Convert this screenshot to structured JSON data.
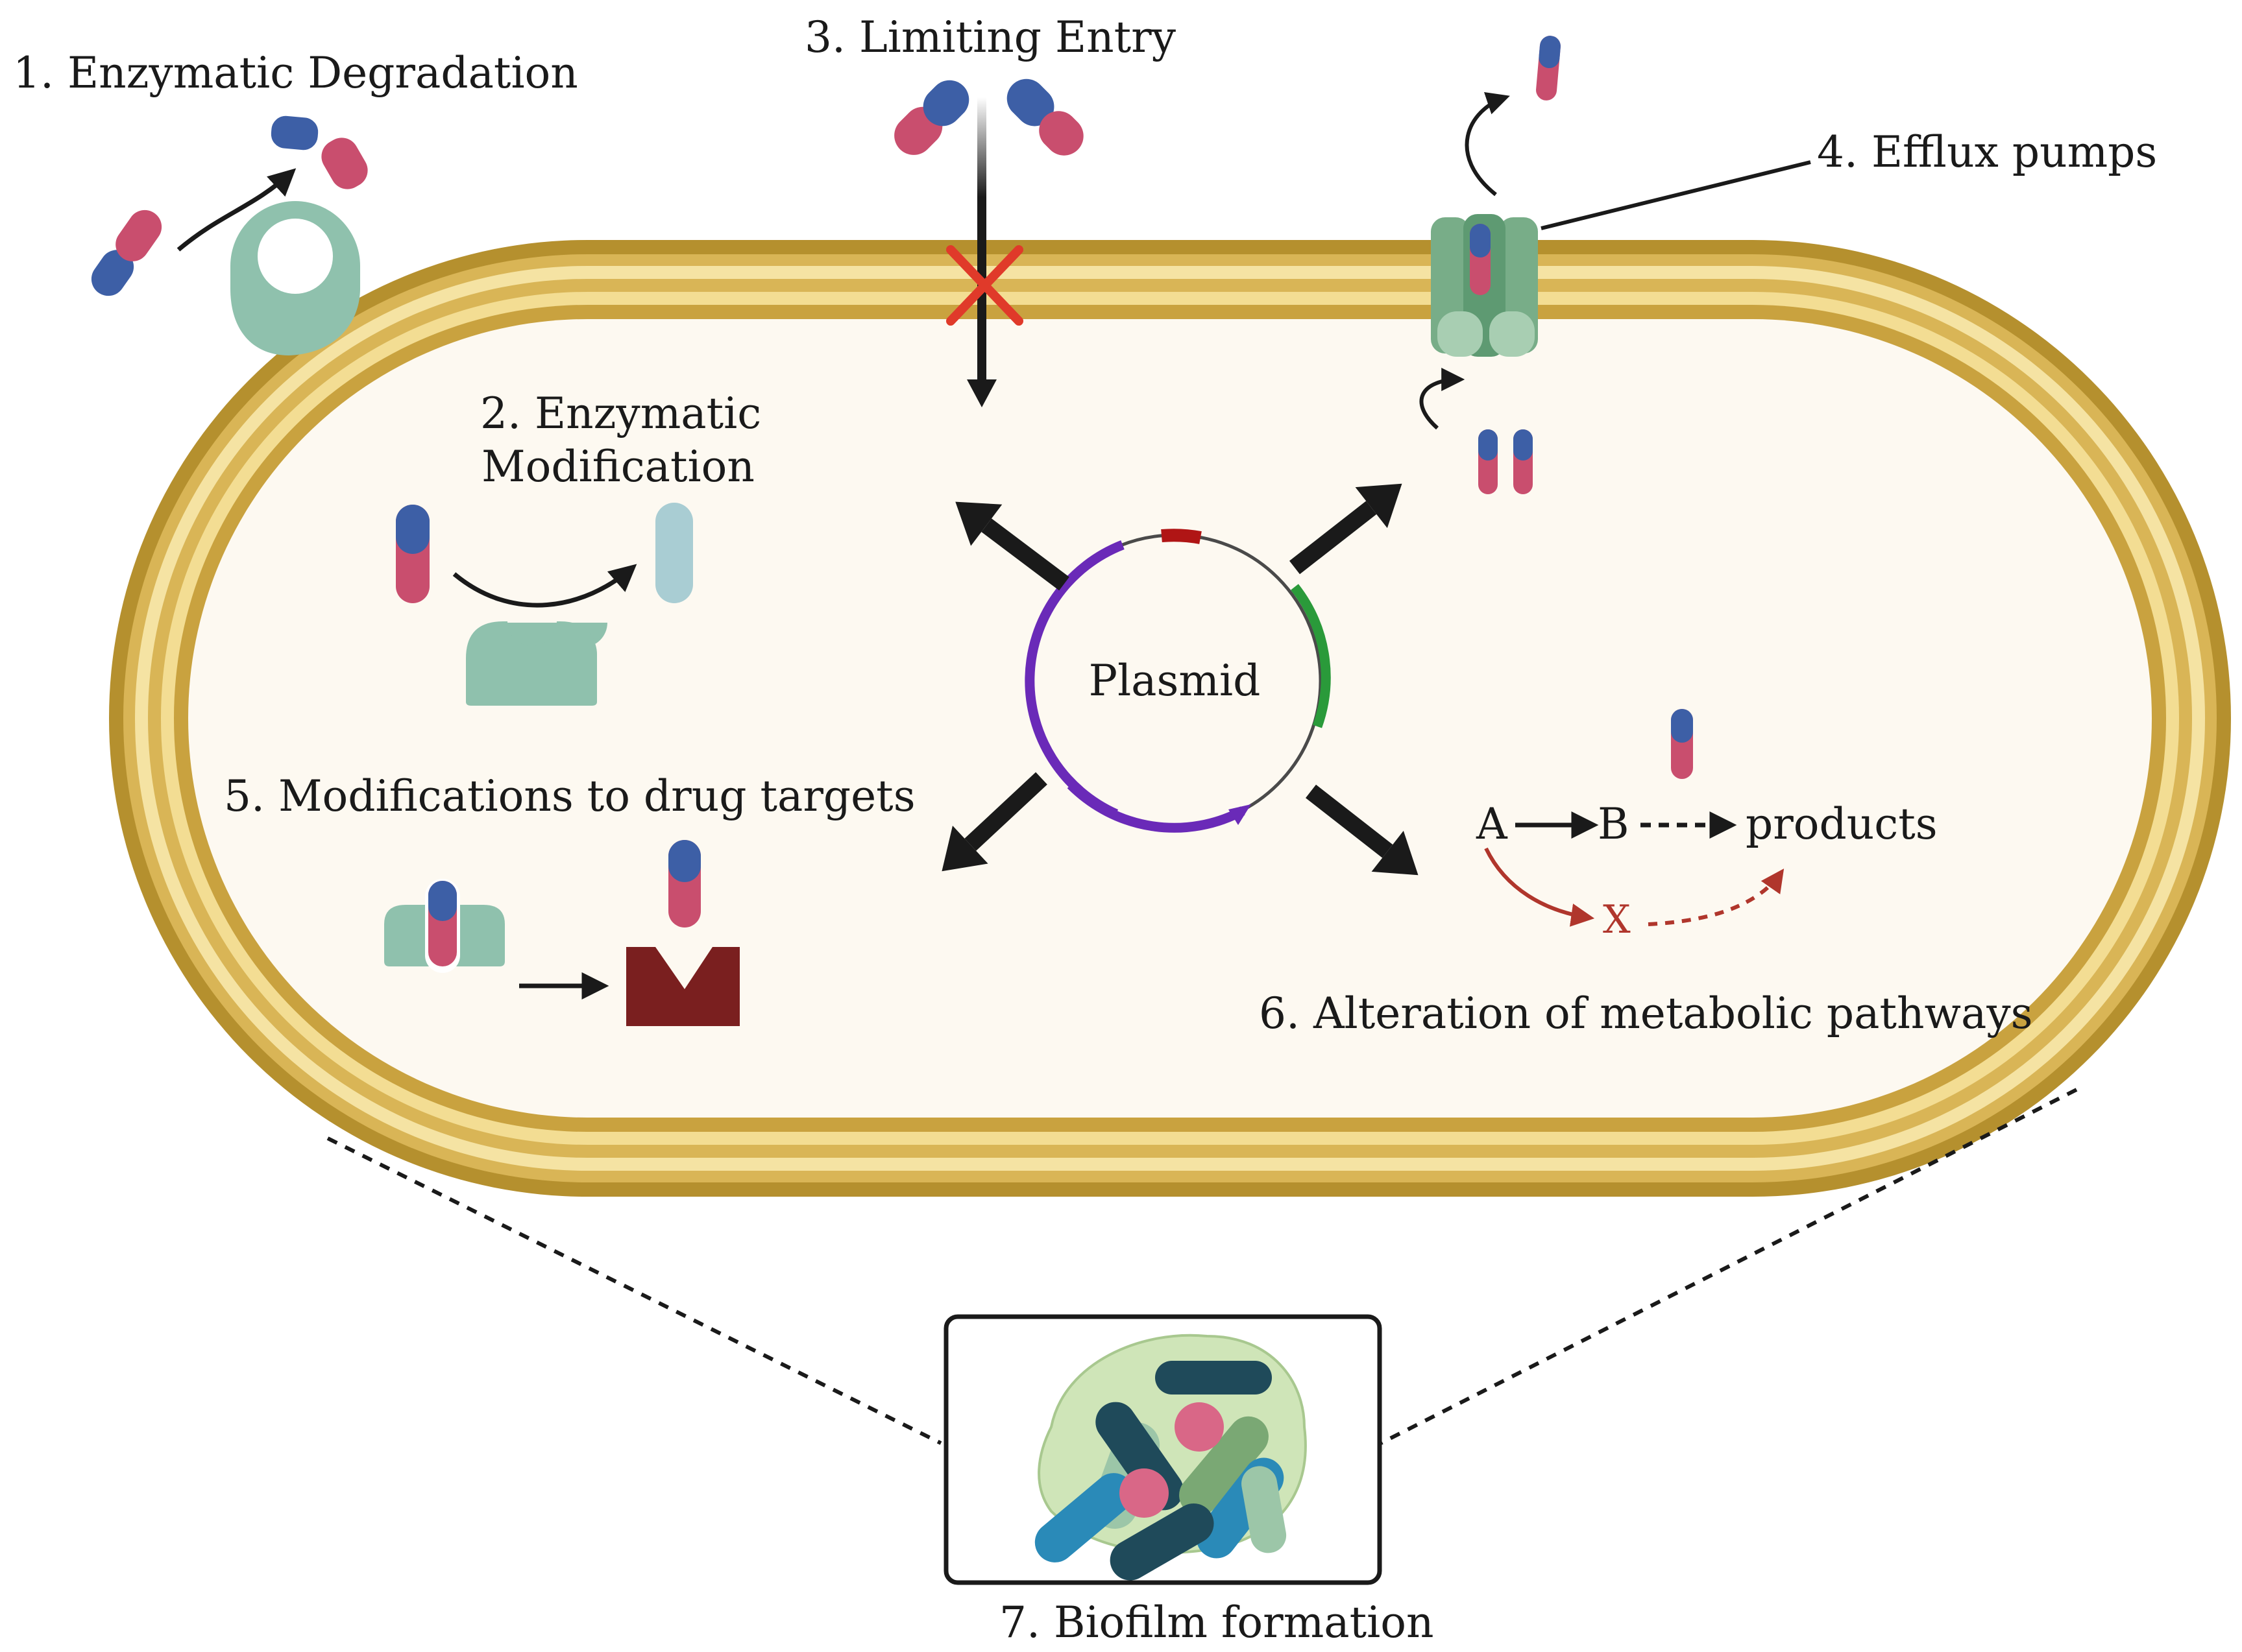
{
  "labels": {
    "enzymatic_degradation": "1.  Enzymatic Degradation",
    "enzymatic_modification_line1": "2. Enzymatic",
    "enzymatic_modification_line2": "Modification",
    "limiting_entry": "3. Limiting Entry",
    "efflux_pumps": "4. Efflux pumps",
    "modifications_drug_targets": "5. Modifications to drug targets",
    "alteration_metabolic": "6. Alteration of metabolic pathways",
    "biofilm_formation": "7. Biofilm formation",
    "plasmid": "Plasmid",
    "pathway_a": "A",
    "pathway_b": "B",
    "pathway_products": "products",
    "pathway_blocked": "X"
  },
  "colors": {
    "cell_wall_dark": "#b5902e",
    "cell_wall_light": "#f1d98c",
    "cytoplasm": "#fdf9f1",
    "enzyme": "#8fc1ad",
    "capsule_blue": "#3d5fa6",
    "capsule_pink": "#c94e6e",
    "inactive_drug": "#a9cdd3",
    "modified_target": "#7a1f1f",
    "pump": "#78ad88",
    "plasmid_purple": "#6a2ab8",
    "plasmid_green": "#2a9a3a",
    "plasmid_red": "#b01515",
    "blocked_red": "#e03a2a",
    "pathway_red": "#b0362c",
    "biofilm_matrix": "#cfe5b8"
  }
}
